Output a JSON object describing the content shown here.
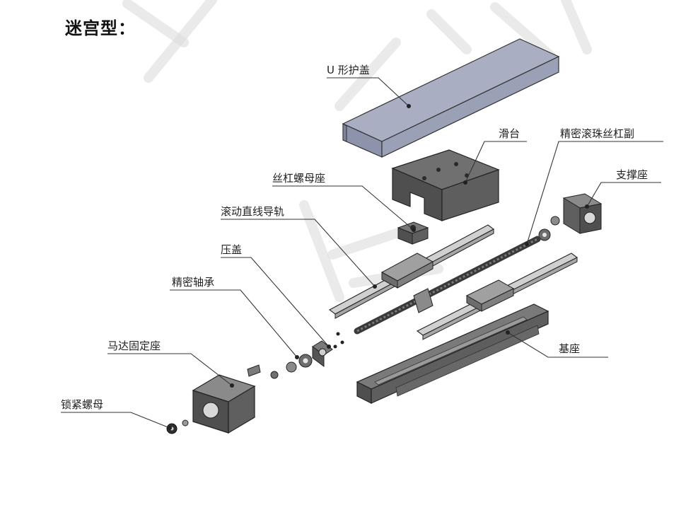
{
  "title": "迷宫型：",
  "labels": {
    "u_cover": "U 形护盖",
    "slide_table": "滑台",
    "ball_screw": "精密滚珠丝杠副",
    "nut_seat": "丝杠螺母座",
    "support_seat": "支撑座",
    "linear_guide": "滚动直线导轨",
    "press_cover": "压盖",
    "bearing": "精密轴承",
    "motor_seat": "马达固定座",
    "lock_nut": "锁紧螺母",
    "base": "基座"
  },
  "colors": {
    "cover_fill": "#a9aec2",
    "cover_side": "#8d93aa",
    "metal_dark": "#4f4f4f",
    "metal_mid": "#6d6d6d",
    "metal_light": "#8a8a8a",
    "rail": "#c8c8c8"
  }
}
